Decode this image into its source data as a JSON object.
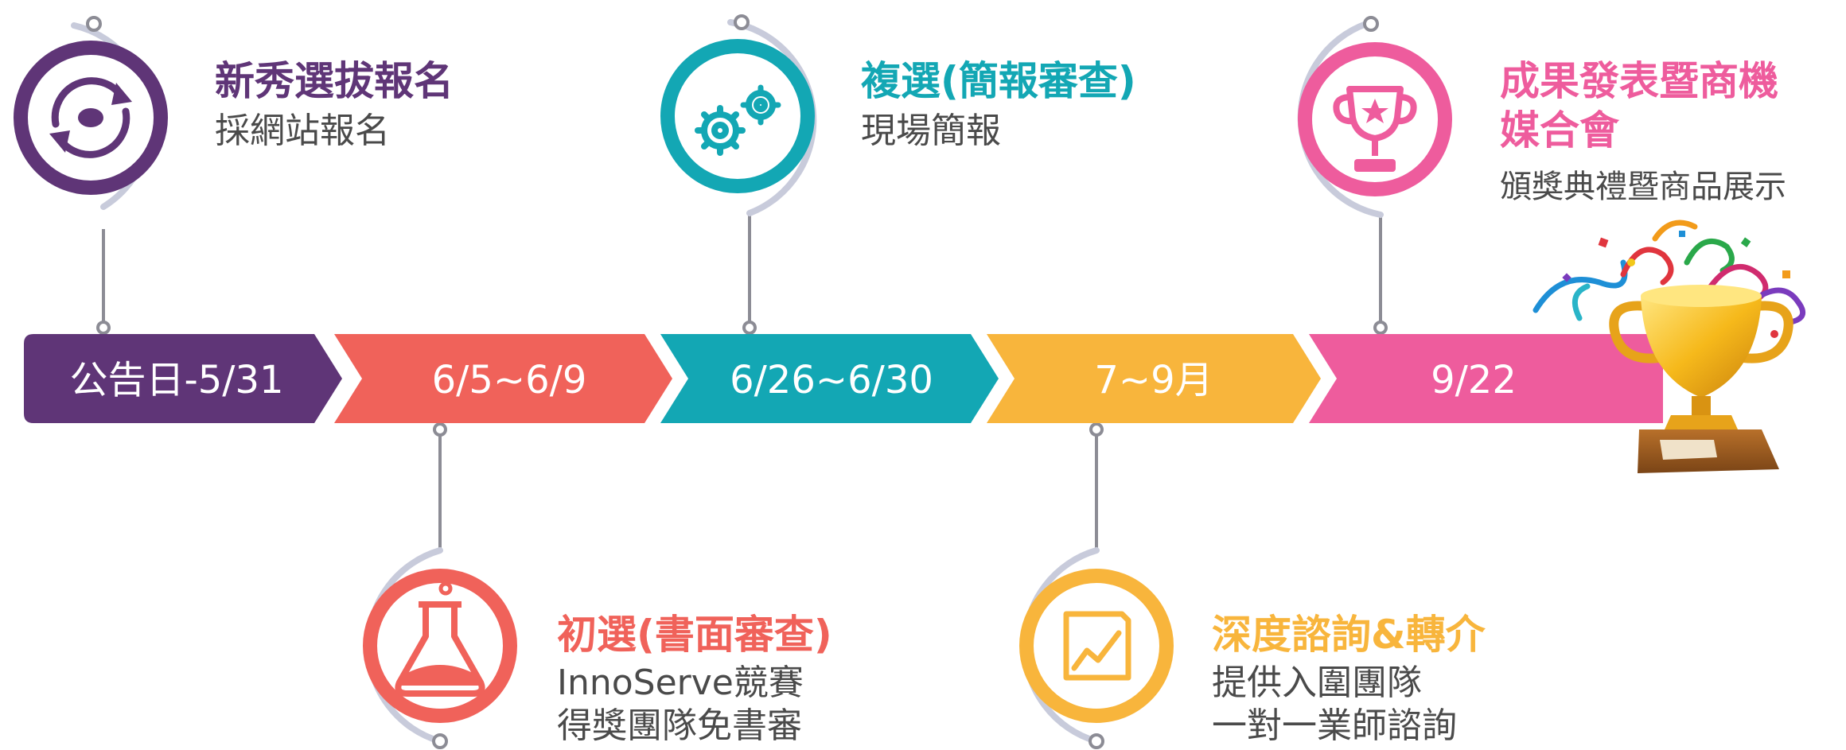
{
  "timeline": [
    {
      "date": "公告日-5/31",
      "color": "#5f3577"
    },
    {
      "date": "6/5~6/9",
      "color": "#f0625a"
    },
    {
      "date": "6/26~6/30",
      "color": "#13a7b4"
    },
    {
      "date": "7~9月",
      "color": "#f8b53c"
    },
    {
      "date": "9/22",
      "color": "#ee5c9d"
    }
  ],
  "milestones": [
    {
      "title": "新秀選拔報名",
      "desc": [
        "採網站報名"
      ],
      "color": "#5f3577",
      "icon": "refresh-arrows-icon"
    },
    {
      "title": "初選(書面審查)",
      "desc": [
        "InnoServe競賽",
        "得獎團隊免書審"
      ],
      "color": "#f0625a",
      "icon": "flask-icon"
    },
    {
      "title": "複選(簡報審查)",
      "desc": [
        "現場簡報"
      ],
      "color": "#13a7b4",
      "icon": "gears-icon"
    },
    {
      "title": "深度諮詢&轉介",
      "desc": [
        "提供入圍團隊",
        "一對一業師諮詢"
      ],
      "color": "#f8b53c",
      "icon": "chart-line-icon"
    },
    {
      "title": "成果發表暨商機",
      "title2": "媒合會",
      "desc": [
        "頒獎典禮暨商品展示"
      ],
      "color": "#ee5c9d",
      "icon": "trophy-icon"
    }
  ]
}
